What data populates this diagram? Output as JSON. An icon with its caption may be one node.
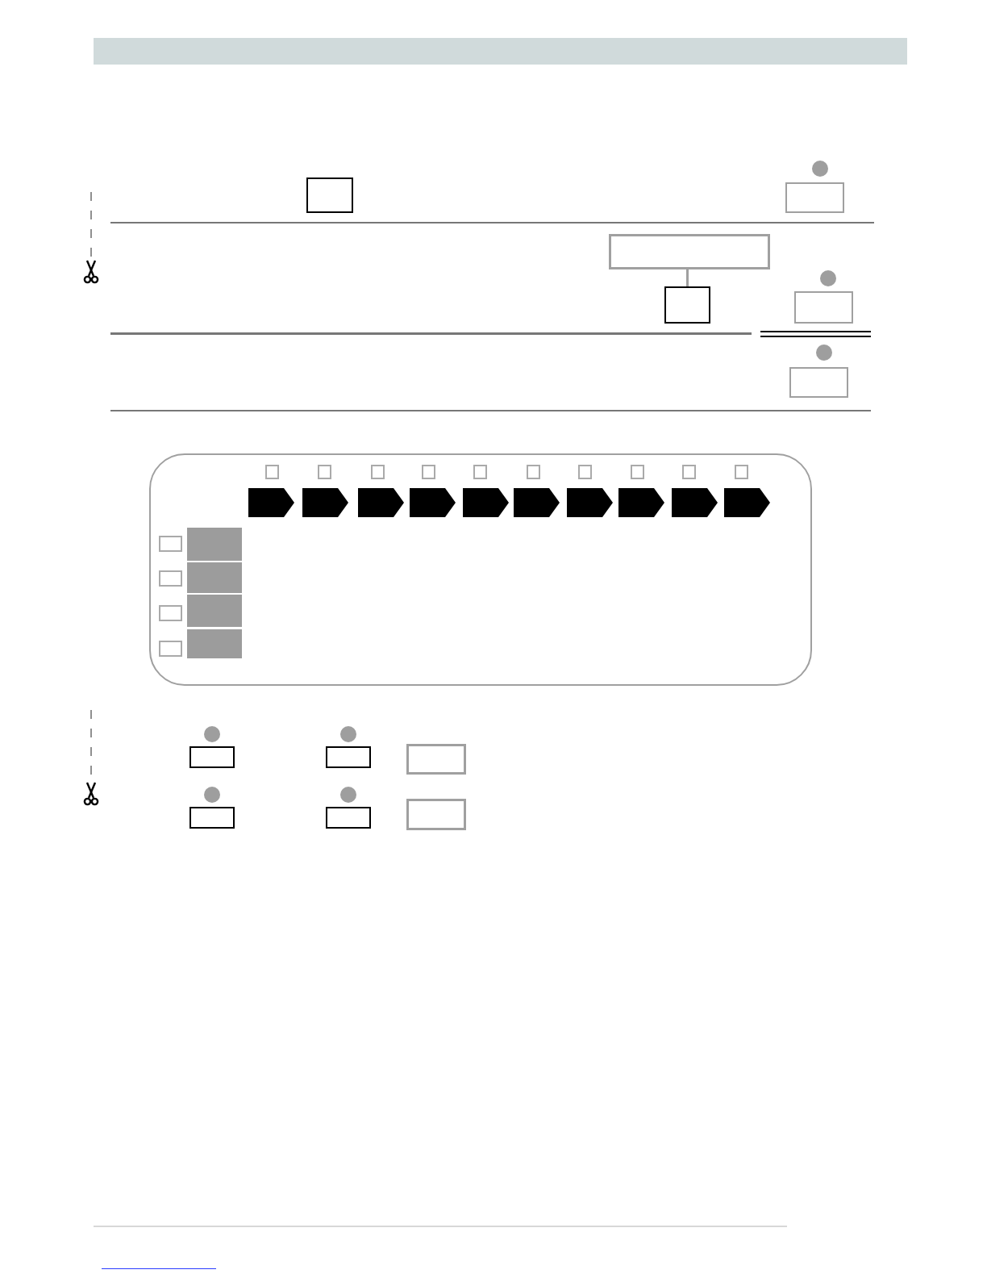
{
  "diagram": {
    "nodes": [
      {
        "text": [],
        "shape": "box"
      },
      {
        "text": [],
        "shape": "box"
      },
      {
        "text": [],
        "shape": "box"
      },
      {
        "text": [],
        "shape": "box"
      },
      {
        "text": [],
        "shape": "box"
      },
      {
        "text": [],
        "shape": "box"
      },
      {
        "text": [],
        "shape": "box"
      },
      {
        "text": [],
        "shape": "box"
      },
      {
        "text": [],
        "shape": "box"
      },
      {
        "text": [],
        "shape": "box"
      },
      {
        "text": [],
        "shape": "box"
      },
      {
        "text": [],
        "shape": "box"
      }
    ],
    "edges": [
      {
        "from": 2,
        "to": 3,
        "arrow": "none"
      }
    ]
  }
}
